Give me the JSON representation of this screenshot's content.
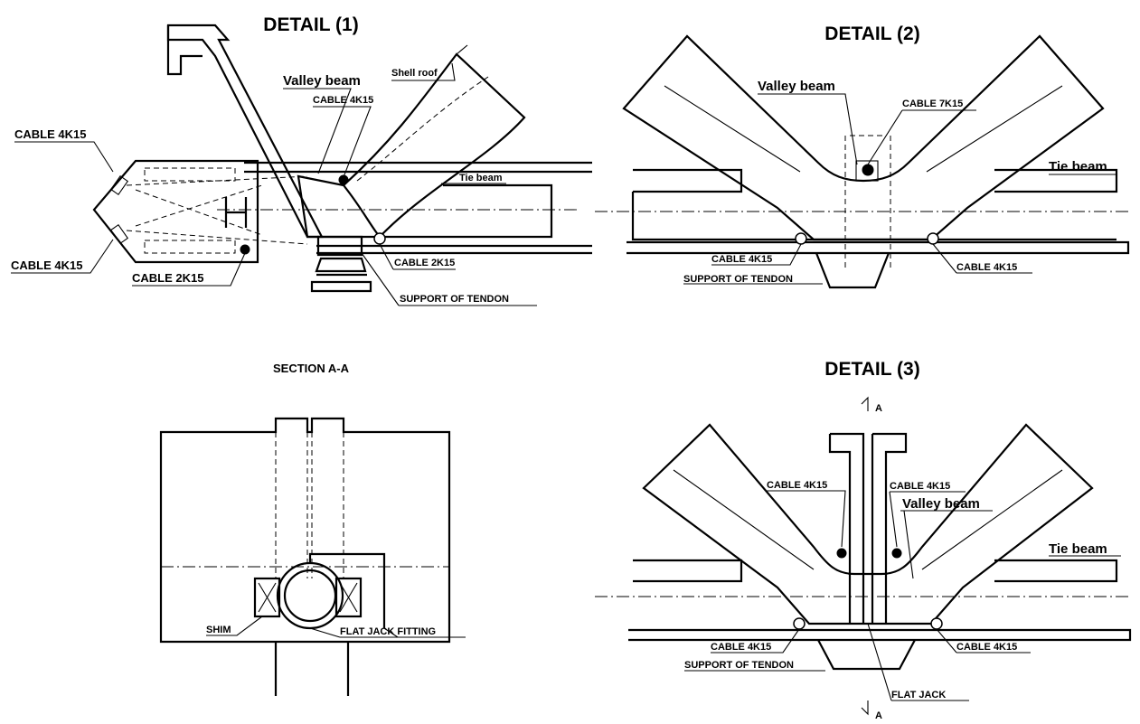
{
  "detail1": {
    "title": "DETAIL (1)",
    "labels": {
      "shell_roof": "Shell roof",
      "valley_beam": "Valley beam",
      "cable_4k15_top": "CABLE 4K15",
      "cable_4k15_left_top": "CABLE 4K15",
      "cable_4k15_left_bottom": "CABLE 4K15",
      "cable_2k15_left": "CABLE 2K15",
      "cable_2k15_right": "CABLE 2K15",
      "tie_beam": "Tie beam",
      "support_of_tendon": "SUPPORT OF TENDON"
    }
  },
  "detail2": {
    "title": "DETAIL (2)",
    "labels": {
      "valley_beam": "Valley beam",
      "cable_7k15": "CABLE 7K15",
      "tie_beam": "Tie beam",
      "cable_4k15_left": "CABLE 4K15",
      "cable_4k15_right": "CABLE 4K15",
      "support_of_tendon": "SUPPORT OF TENDON"
    }
  },
  "section_aa": {
    "title": "SECTION A-A",
    "labels": {
      "shim": "SHIM",
      "flat_jack_fitting": "FLAT JACK FITTING"
    }
  },
  "detail3": {
    "title": "DETAIL (3)",
    "labels": {
      "section_mark_top": "A",
      "section_mark_bottom": "A",
      "cable_4k15_upper_left": "CABLE 4K15",
      "cable_4k15_upper_right": "CABLE 4K15",
      "valley_beam": "Valley beam",
      "tie_beam": "Tie beam",
      "cable_4k15_lower_left": "CABLE 4K15",
      "cable_4k15_lower_right": "CABLE 4K15",
      "support_of_tendon": "SUPPORT OF TENDON",
      "flat_jack": "FLAT JACK"
    }
  }
}
